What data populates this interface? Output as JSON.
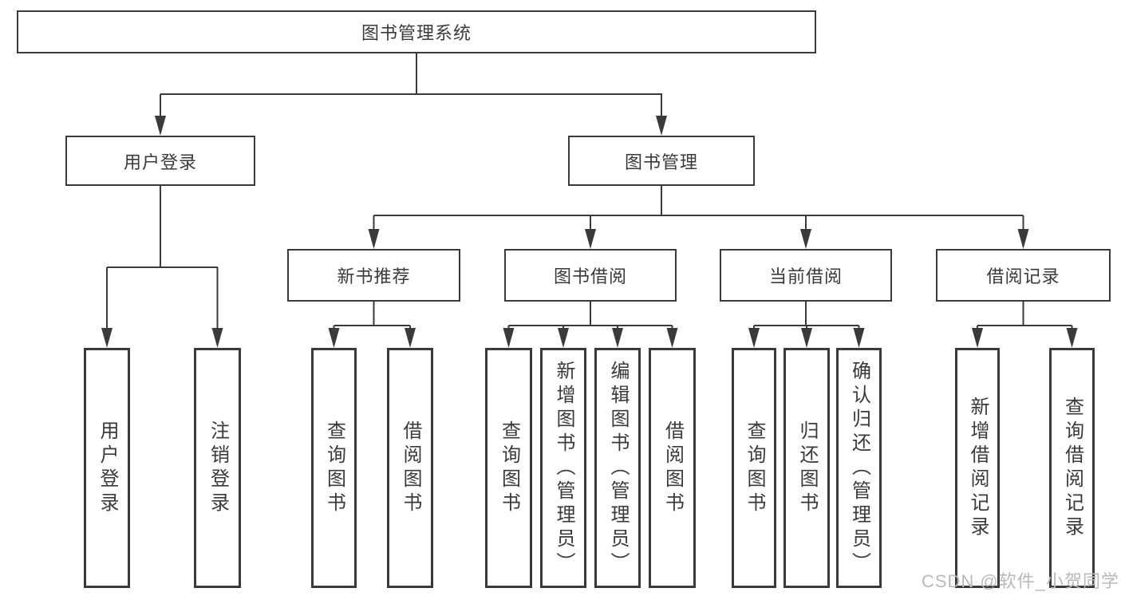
{
  "tree": {
    "label": "图书管理系统",
    "children": [
      {
        "label": "用户登录",
        "children": [
          {
            "label": "用户登录"
          },
          {
            "label": "注销登录"
          }
        ]
      },
      {
        "label": "图书管理",
        "children": [
          {
            "label": "新书推荐",
            "children": [
              {
                "label": "查询图书"
              },
              {
                "label": "借阅图书"
              }
            ]
          },
          {
            "label": "图书借阅",
            "children": [
              {
                "label": "查询图书"
              },
              {
                "label": "新增图书（管理员）"
              },
              {
                "label": "编辑图书（管理员）"
              },
              {
                "label": "借阅图书"
              }
            ]
          },
          {
            "label": "当前借阅",
            "children": [
              {
                "label": "查询图书"
              },
              {
                "label": "归还图书"
              },
              {
                "label": "确认归还（管理员）"
              }
            ]
          },
          {
            "label": "借阅记录",
            "children": [
              {
                "label": "新增借阅记录"
              },
              {
                "label": "查询借阅记录"
              }
            ]
          }
        ]
      }
    ]
  },
  "watermark": "CSDN @软件_小贺同学",
  "colors": {
    "line": "#3a3a3a",
    "text": "#3a3a3a",
    "box_background": "#ffffff",
    "page_background": "#ffffff",
    "watermark": "#b9b9b9"
  }
}
